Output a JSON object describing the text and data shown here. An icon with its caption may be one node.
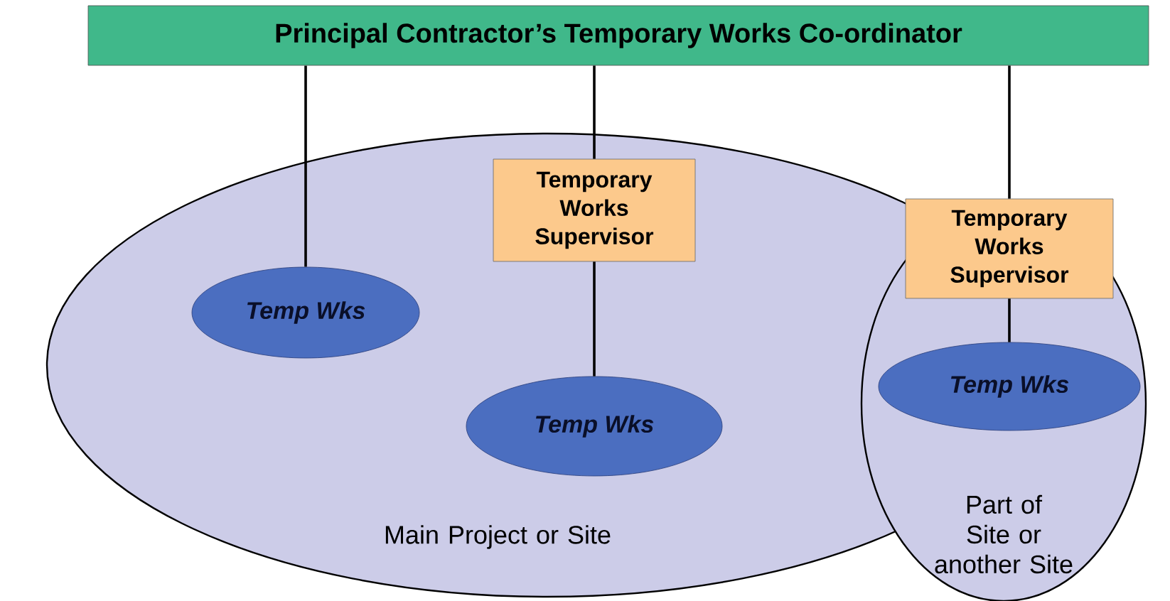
{
  "diagram": {
    "nodes": [
      {
        "text": [
          "Principal Contractor’s Temporary Works Co-ordinator"
        ]
      },
      {
        "text": [
          "Main Project or Site"
        ]
      },
      {
        "text": [
          "Temporary Works Supervisor"
        ],
        "in": 1
      },
      {
        "text": [
          "Temp Wks"
        ],
        "in": 1
      },
      {
        "text": [
          "Temp Wks"
        ],
        "in": 1
      },
      {
        "text": [
          "Part of Site or another Site"
        ]
      },
      {
        "text": [
          "Temporary Works Supervisor"
        ],
        "in": 5
      },
      {
        "text": [
          "Temp Wks"
        ],
        "in": 5
      }
    ],
    "edges": [
      {
        "from": 0,
        "to": 3,
        "arrow": "none"
      },
      {
        "from": 0,
        "to": 2,
        "arrow": "none"
      },
      {
        "from": 2,
        "to": 4,
        "arrow": "none"
      },
      {
        "from": 0,
        "to": 6,
        "arrow": "none"
      },
      {
        "from": 6,
        "to": 7,
        "arrow": "none"
      }
    ]
  }
}
